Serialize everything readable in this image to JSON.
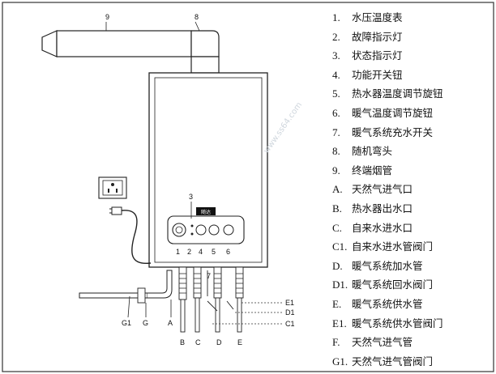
{
  "diagram": {
    "flue_labels": {
      "terminal": "9",
      "elbow": "8"
    },
    "front_panel_label": "3",
    "panel_badge": "随达",
    "control_labels": [
      "1",
      "2",
      "4",
      "5",
      "6"
    ],
    "valve_label": "7",
    "pipe_labels": [
      "G1",
      "G",
      "A",
      "B",
      "C",
      "D",
      "E"
    ],
    "callout_labels": [
      "E1",
      "D1",
      "C1"
    ]
  },
  "legend": [
    {
      "key": "1.",
      "text": "水压温度表"
    },
    {
      "key": "2.",
      "text": "故障指示灯"
    },
    {
      "key": "3.",
      "text": "状态指示灯"
    },
    {
      "key": "4.",
      "text": "功能开关钮"
    },
    {
      "key": "5.",
      "text": "热水器温度调节旋钮"
    },
    {
      "key": "6.",
      "text": "暖气温度调节旋钮"
    },
    {
      "key": "7.",
      "text": "暖气系统充水开关"
    },
    {
      "key": "8.",
      "text": "随机弯头"
    },
    {
      "key": "9.",
      "text": "终端烟管"
    },
    {
      "key": "A.",
      "text": "天然气进气口"
    },
    {
      "key": "B.",
      "text": "热水器出水口"
    },
    {
      "key": "C.",
      "text": "自来水进水口"
    },
    {
      "key": "C1.",
      "text": "自来水进水管阀门"
    },
    {
      "key": "D.",
      "text": "暖气系统加水管"
    },
    {
      "key": "D1.",
      "text": "暖气系统回水阀门"
    },
    {
      "key": "E.",
      "text": "暖气系统供水管"
    },
    {
      "key": "E1.",
      "text": "暖气系统供水管阀门"
    },
    {
      "key": "F.",
      "text": "天然气进气管"
    },
    {
      "key": "G1.",
      "text": "天然气进气管阀门"
    }
  ]
}
